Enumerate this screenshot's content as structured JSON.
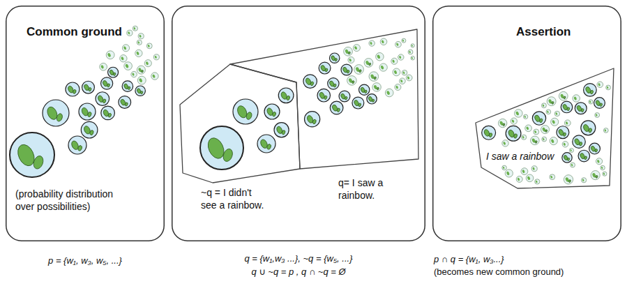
{
  "diagram": {
    "nodes": [
      {
        "text": [
          "Common ground",
          "(probability distribution over possibilities)",
          "p = {w₁, w₃, w₅, ...}"
        ]
      },
      {
        "text": [
          "q = {w₁,w₃ ...}, ~q = {w₅, ...}",
          "q ∪ ~q = p , q ∩ ~q = Ø"
        ]
      },
      {
        "text": [
          "q= I saw a rainbow."
        ],
        "in": 1
      },
      {
        "text": [
          "~q = I didn't see a rainbow."
        ],
        "in": 1
      },
      {
        "text": [
          "Assertion",
          "p ∩ q = {w₁, w₃...}",
          "(becomes new common ground)"
        ]
      },
      {
        "text": [
          "I saw a rainbow"
        ],
        "in": 4
      }
    ]
  }
}
